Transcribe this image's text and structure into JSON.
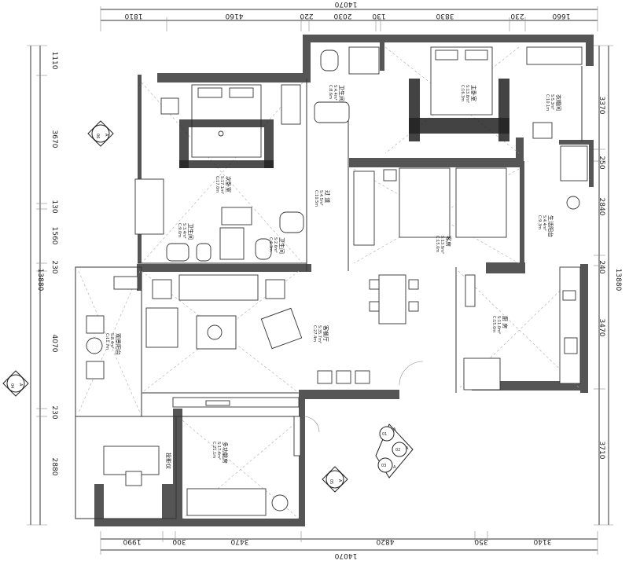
{
  "dimensions": {
    "top_total": "14070",
    "top": [
      "1810",
      "4160",
      "220",
      "2030",
      "130",
      "3830",
      "230",
      "1660"
    ],
    "bottom_total": "14070",
    "bottom": [
      "1990",
      "300",
      "3470",
      "4820",
      "350",
      "3140"
    ],
    "left": [
      "1110",
      "3670",
      "130",
      "1560",
      "230",
      "4070",
      "230",
      "2880"
    ],
    "left_total": "13880",
    "right": [
      "3370",
      "250",
      "2840",
      "240",
      "3470",
      "3710"
    ],
    "right_total": "13880"
  },
  "rooms": {
    "bath1": [
      "卫生间",
      "S:4.4m²",
      "C:8.6m"
    ],
    "master": [
      "主卧室",
      "S:13.8m²",
      "C:16.3m"
    ],
    "closet": [
      "衣帽间",
      "S:5.3m²",
      "C:10.1m"
    ],
    "second": [
      "次卧室",
      "S:17.1m²",
      "C:17.0m"
    ],
    "corridor": [
      "过 道",
      "S:4.5m²",
      "C:10.5m"
    ],
    "guest": [
      "客房",
      "S:13.9m²",
      "C:15.0m"
    ],
    "laundry": [
      "生活阳台",
      "S:4.4m²",
      "C:9.3m"
    ],
    "bath2": [
      "卫生间",
      "S:3.4m²",
      "C:9.0m"
    ],
    "bath3": [
      "卫生间",
      "S:2.6m²",
      "C:6.3m"
    ],
    "living": [
      "客餐厅",
      "S:35.7m²",
      "C:27.4m"
    ],
    "kitchen": [
      "厨 房",
      "S:11.0m²",
      "C:15.0m"
    ],
    "balcony": [
      "观景阳台",
      "S:8.4m²",
      "C:11.7m"
    ],
    "multi": [
      "多功能房",
      "S:17.4m²",
      "C:21.1m"
    ]
  },
  "marks": {
    "m06": [
      "06",
      "A"
    ],
    "m04": [
      "04",
      "A"
    ],
    "m05": [
      "05",
      "A"
    ],
    "m01": [
      "01",
      "A"
    ],
    "m02": [
      "02",
      "A"
    ],
    "m03": [
      "03",
      "A"
    ],
    "backdrop": "投影仪"
  }
}
